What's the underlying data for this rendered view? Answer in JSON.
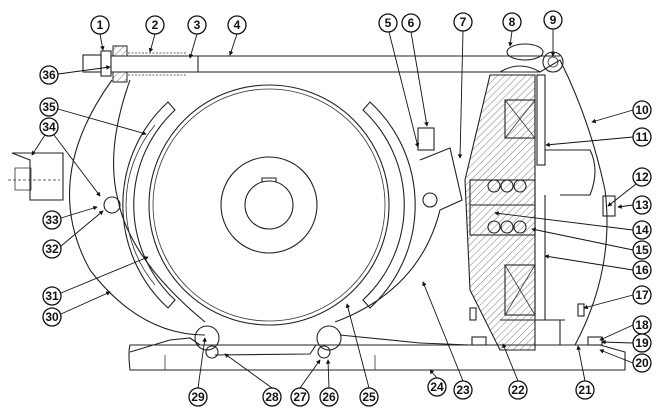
{
  "diagram": {
    "type": "brake-assembly-parts-drawing",
    "callouts": [
      "1",
      "2",
      "3",
      "4",
      "5",
      "6",
      "7",
      "8",
      "9",
      "10",
      "11",
      "12",
      "13",
      "14",
      "15",
      "16",
      "17",
      "18",
      "19",
      "20",
      "21",
      "22",
      "23",
      "24",
      "25",
      "26",
      "27",
      "28",
      "29",
      "30",
      "31",
      "32",
      "33",
      "34",
      "35",
      "36"
    ]
  },
  "colors": {
    "line": "#222222",
    "background": "#ffffff"
  }
}
